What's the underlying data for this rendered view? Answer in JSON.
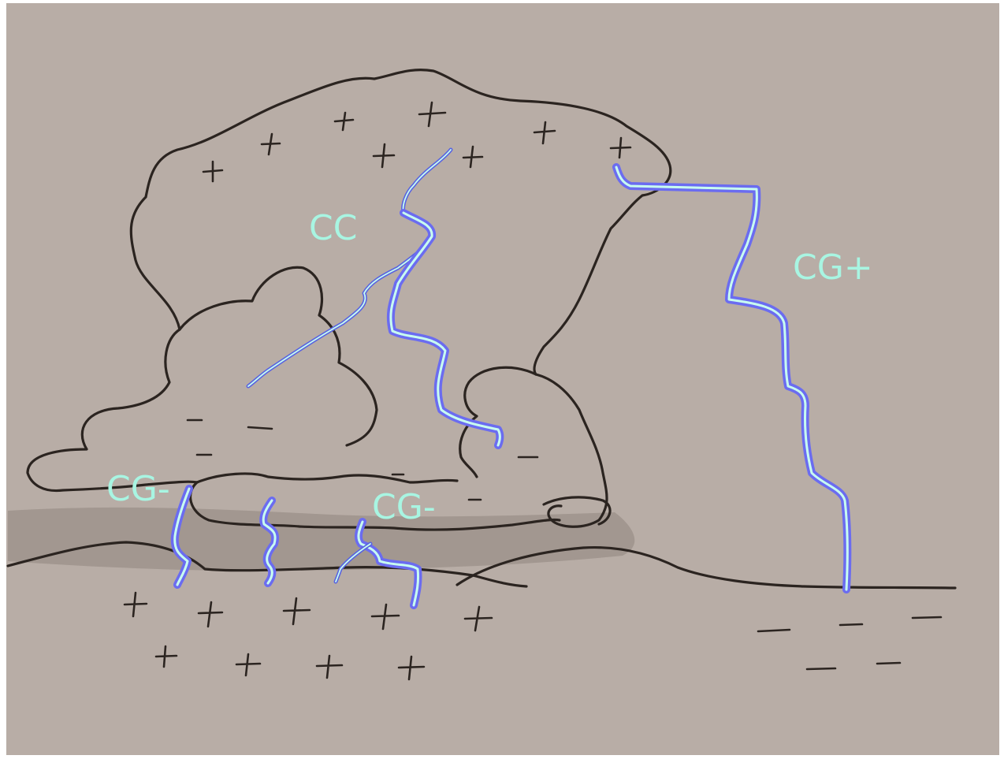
{
  "labels": {
    "cc": "CC",
    "cg_plus": "CG+",
    "cg_minus_left": "CG-",
    "cg_minus_center": "CG-"
  }
}
